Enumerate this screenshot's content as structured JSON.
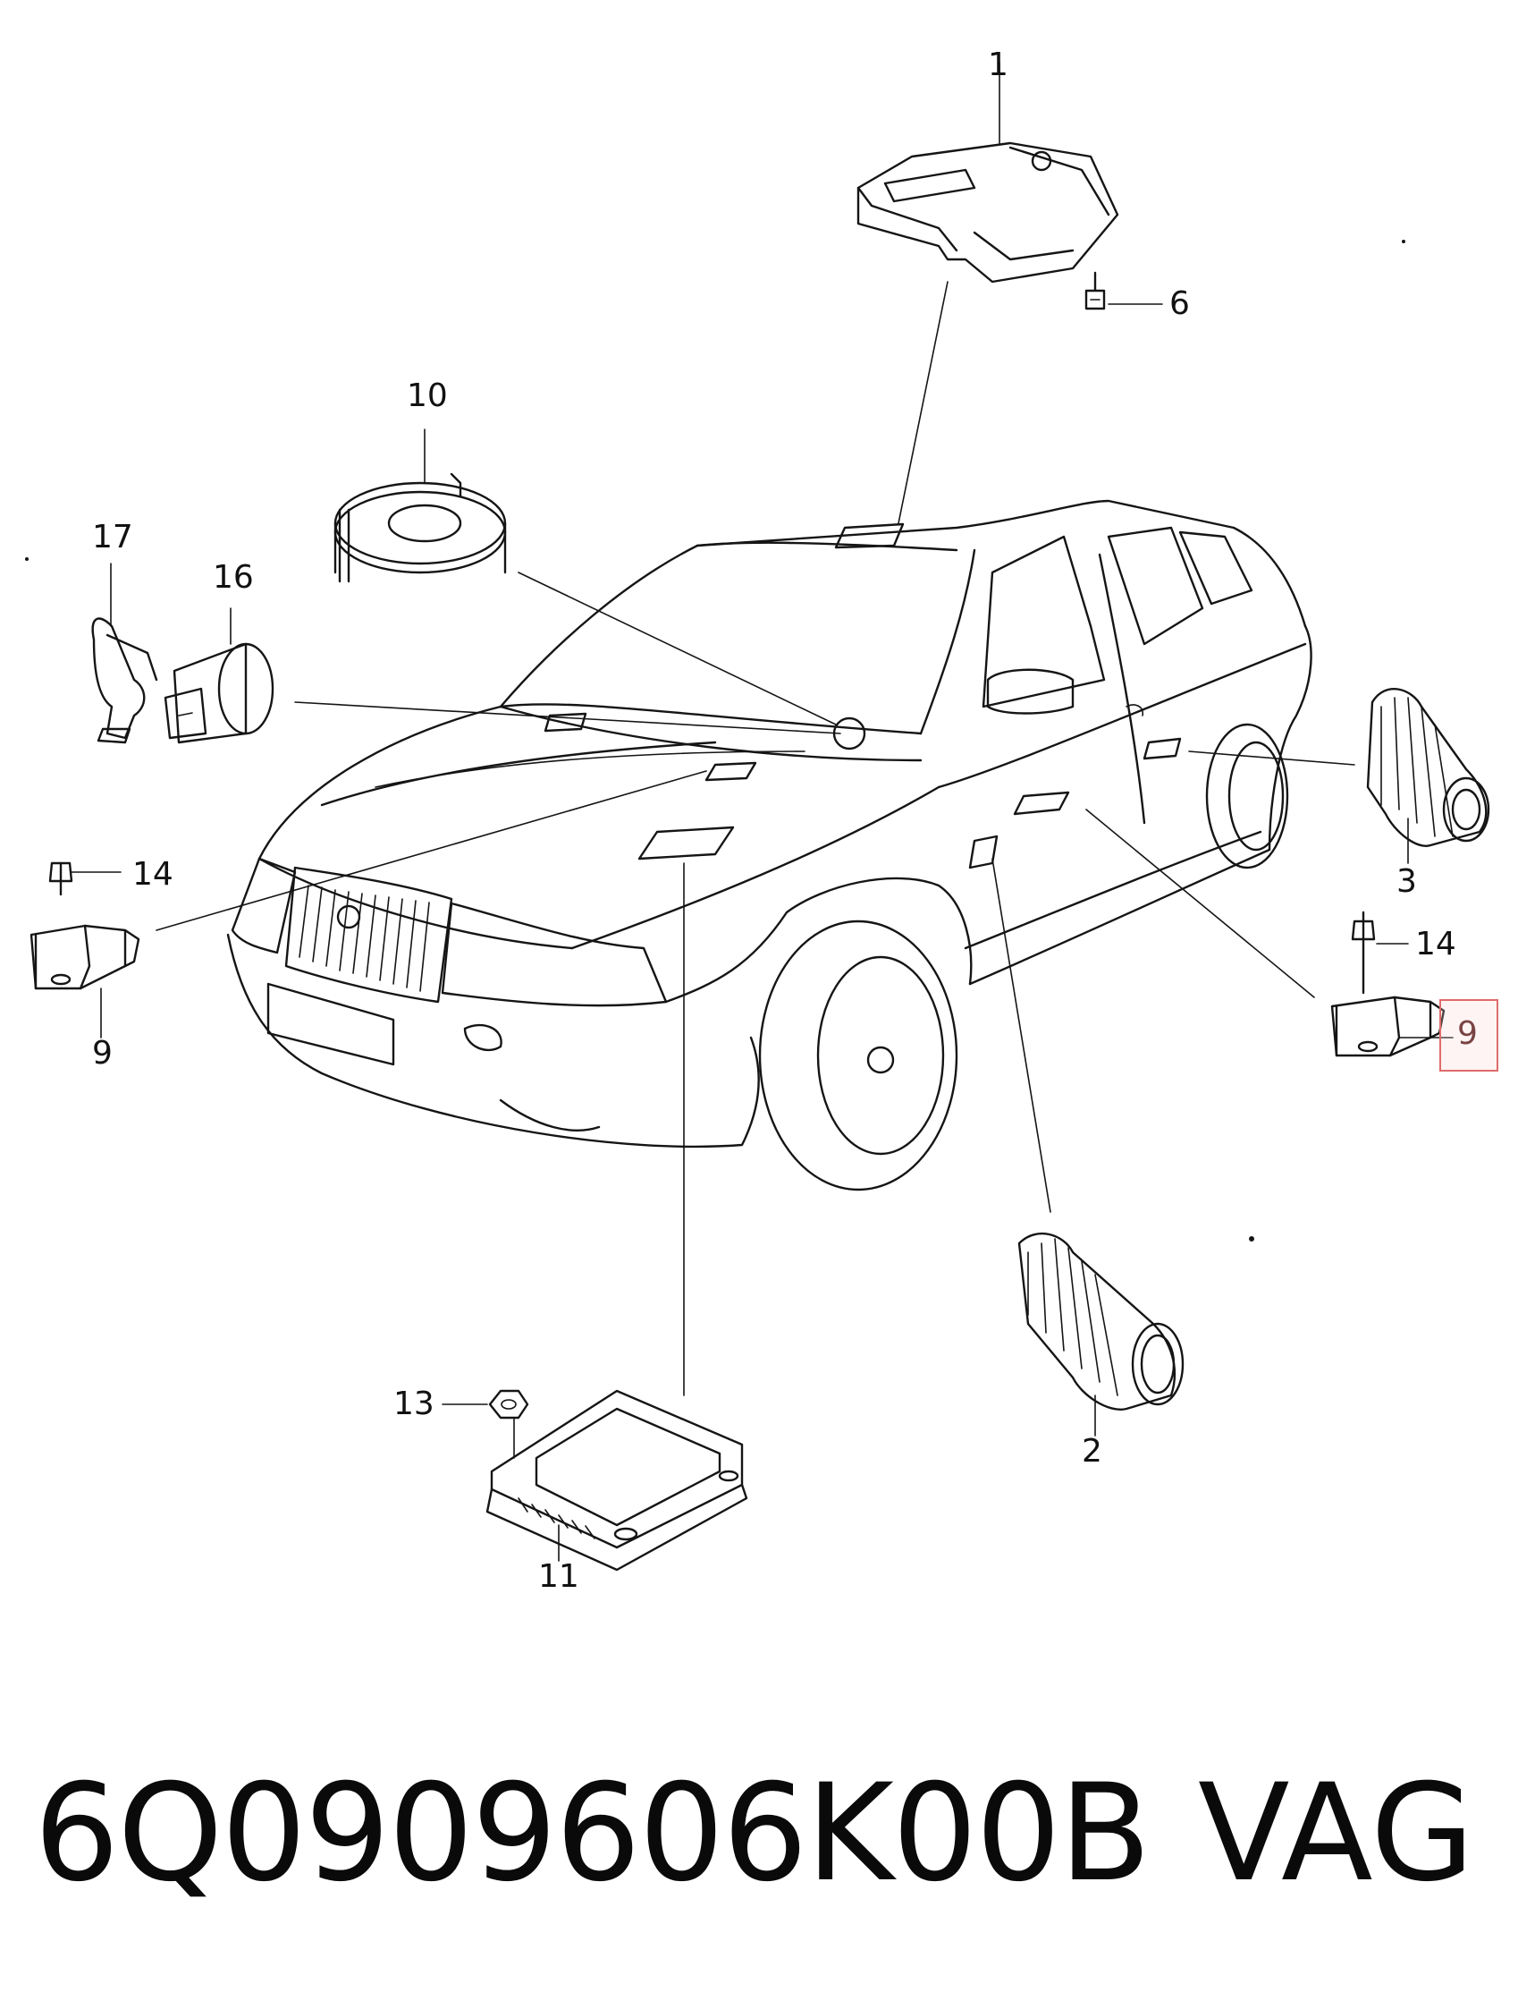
{
  "diagram": {
    "callouts": [
      {
        "id": "c1",
        "label": "1"
      },
      {
        "id": "c6",
        "label": "6"
      },
      {
        "id": "c10",
        "label": "10"
      },
      {
        "id": "c17",
        "label": "17"
      },
      {
        "id": "c16",
        "label": "16"
      },
      {
        "id": "c14a",
        "label": "14"
      },
      {
        "id": "c9a",
        "label": "9"
      },
      {
        "id": "c3",
        "label": "3"
      },
      {
        "id": "c14b",
        "label": "14"
      },
      {
        "id": "c9b",
        "label": "9"
      },
      {
        "id": "c13",
        "label": "13"
      },
      {
        "id": "c11",
        "label": "11"
      },
      {
        "id": "c2",
        "label": "2"
      }
    ],
    "highlighted_callout": "c9b",
    "highlight_color": "#e06b6b"
  },
  "footer": {
    "part_number": "6Q0909606K00B",
    "brand": "VAG"
  }
}
